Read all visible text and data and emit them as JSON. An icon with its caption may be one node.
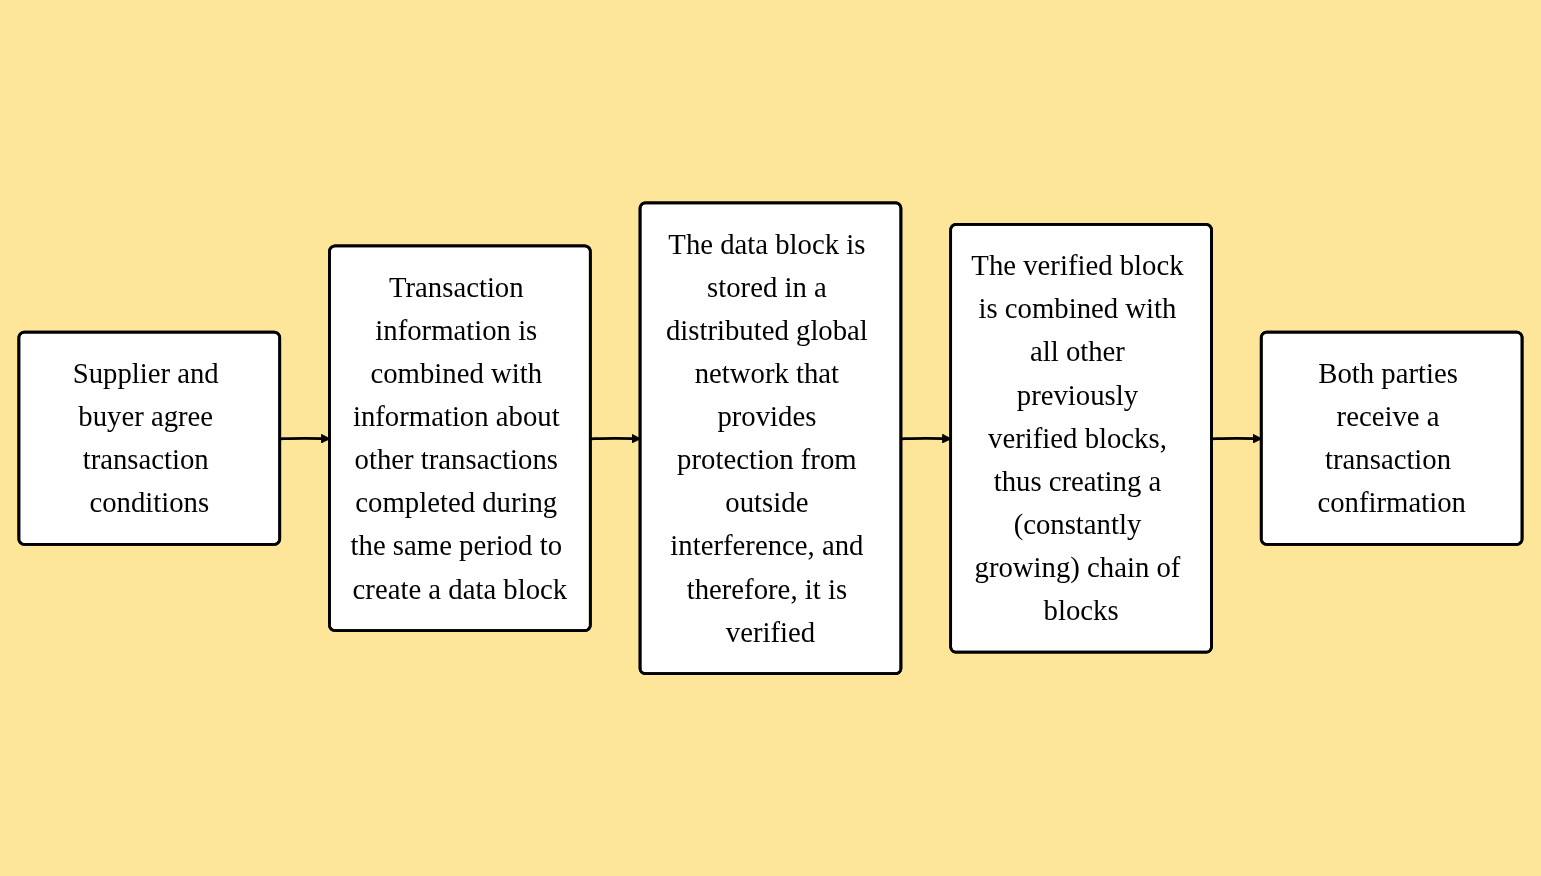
{
  "diagram": {
    "nodes": [
      {
        "text": [
          "Supplier and buyer agree transaction conditions"
        ]
      },
      {
        "text": [
          "Transaction information is combined with information about other transactions completed during the same period to create a data block"
        ]
      },
      {
        "text": [
          "The data block is stored in a distributed global network that provides protection from outside interference, and therefore, it is verified"
        ]
      },
      {
        "text": [
          "The verified block is combined with all other previously verified blocks, thus creating a (constantly growing) chain of blocks"
        ]
      },
      {
        "text": [
          "Both parties receive a transaction confirmation"
        ]
      }
    ],
    "edges": [
      {
        "from": 0,
        "to": 1,
        "arrow": "to"
      },
      {
        "from": 1,
        "to": 2,
        "arrow": "to"
      },
      {
        "from": 2,
        "to": 3,
        "arrow": "to"
      },
      {
        "from": 3,
        "to": 4,
        "arrow": "to"
      }
    ]
  }
}
